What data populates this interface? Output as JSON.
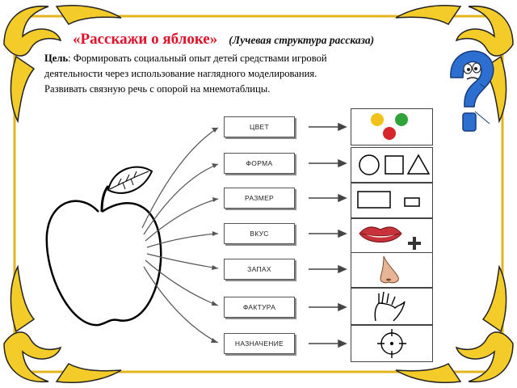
{
  "title": "«Расскажи о яблоке»",
  "subtitle": "(Лучевая структура рассказа)",
  "goal": {
    "label": "Цель",
    "text_line1": ": Формировать социальный опыт  детей средствами игровой",
    "text_line2": "деятельности через  использование наглядного моделирования.",
    "text_line3": "Развивать связную речь с опорой на мнемотаблицы."
  },
  "rows": [
    {
      "label": "ЦВЕТ",
      "icon": "color-circles-icon",
      "colors": [
        "#f2c21b",
        "#2fa33a",
        "#d7262b"
      ]
    },
    {
      "label": "ФОРМА",
      "icon": "shapes-icon"
    },
    {
      "label": "РАЗМЕР",
      "icon": "size-rectangles-icon"
    },
    {
      "label": "ВКУС",
      "icon": "lips-plus-icon"
    },
    {
      "label": "ЗАПАХ",
      "icon": "nose-icon"
    },
    {
      "label": "ФАКТУРА",
      "icon": "hand-icon"
    },
    {
      "label": "НАЗНАЧЕНИЕ",
      "icon": "target-icon"
    }
  ],
  "colors": {
    "title": "#e0102a",
    "question_mark": "#2d6fd0",
    "frame_gold": "#e2b51c"
  }
}
